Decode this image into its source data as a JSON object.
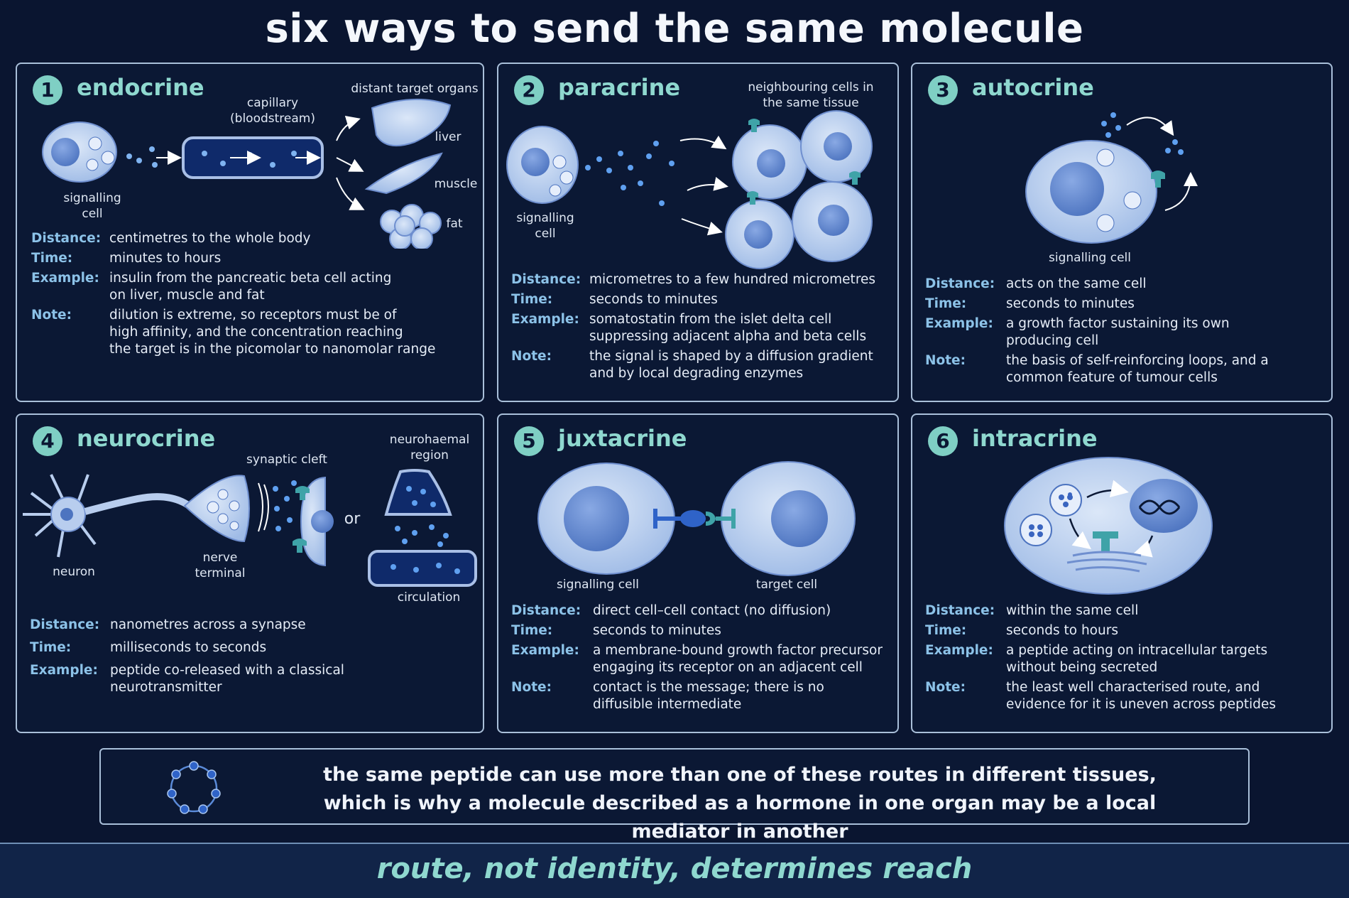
{
  "title": "six ways to send the same molecule",
  "panels": [
    {
      "number": "1",
      "name": "endocrine",
      "labels": {
        "capillary": "capillary\n(bloodstream)",
        "targets": "distant target organs",
        "liver": "liver",
        "muscle": "muscle",
        "fat": "fat",
        "cell": "signalling\ncell"
      },
      "distance_key": "Distance:",
      "distance": "centimetres to the whole body",
      "time_key": "Time:",
      "time": "minutes to hours",
      "example_key": "Example:",
      "example": "insulin from the pancreatic beta cell acting\non liver, muscle and fat",
      "note_key": "Note:",
      "note": "dilution is extreme, so receptors must be of\nhigh affinity, and the concentration reaching\nthe target is in the picomolar to nanomolar range"
    },
    {
      "number": "2",
      "name": "paracrine",
      "labels": {
        "neighbours": "neighbouring cells in\nthe same tissue",
        "cell": "signalling\ncell"
      },
      "distance_key": "Distance:",
      "distance": "micrometres to a few hundred micrometres",
      "time_key": "Time:",
      "time": "seconds to minutes",
      "example_key": "Example:",
      "example": "somatostatin from the islet delta cell\nsuppressing adjacent alpha and beta cells",
      "note_key": "Note:",
      "note": "the signal is shaped by a diffusion gradient\nand by local degrading enzymes"
    },
    {
      "number": "3",
      "name": "autocrine",
      "labels": {
        "cell": "signalling cell"
      },
      "distance_key": "Distance:",
      "distance": "acts on the same cell",
      "time_key": "Time:",
      "time": "seconds to minutes",
      "example_key": "Example:",
      "example": "a growth factor sustaining its own\nproducing cell",
      "note_key": "Note:",
      "note": "the basis of self-reinforcing loops, and a\ncommon feature of tumour cells"
    },
    {
      "number": "4",
      "name": "neurocrine",
      "labels": {
        "cleft": "synaptic cleft",
        "neurohaemal": "neurohaemal\nregion",
        "or": "or",
        "neuron": "neuron",
        "terminal": "nerve\nterminal",
        "circulation": "circulation"
      },
      "distance_key": "Distance:",
      "distance": "nanometres across a synapse",
      "time_key": "Time:",
      "time": "milliseconds to seconds",
      "example_key": "Example:",
      "example": "peptide co-released with a classical\nneurotransmitter"
    },
    {
      "number": "5",
      "name": "juxtacrine",
      "labels": {
        "signalling": "signalling cell",
        "target": "target cell"
      },
      "distance_key": "Distance:",
      "distance": "direct cell–cell contact (no diffusion)",
      "time_key": "Time:",
      "time": "seconds to minutes",
      "example_key": "Example:",
      "example": "a membrane-bound growth factor precursor\nengaging its receptor on an adjacent cell",
      "note_key": "Note:",
      "note": "contact is the message; there is no\ndiffusible intermediate"
    },
    {
      "number": "6",
      "name": "intracrine",
      "distance_key": "Distance:",
      "distance": "within the same cell",
      "time_key": "Time:",
      "time": "seconds to hours",
      "example_key": "Example:",
      "example": "a peptide acting on intracellular targets\nwithout being secreted",
      "note_key": "Note:",
      "note": "the least well characterised route, and\nevidence for it is uneven across peptides"
    }
  ],
  "footer": "the same  peptide can use more than one of these routes in different tissues,\nwhich is why a molecule described as a hormone in one organ may be a local mediator in another",
  "tagline": "route, not identity, determines reach",
  "colors": {
    "background": "#0a1530",
    "accent": "#8fd8cf",
    "key": "#8cc2e8",
    "cell": "#c7d8f2",
    "nucleus": "#5e86cc",
    "receptor": "#3fa3a8"
  }
}
